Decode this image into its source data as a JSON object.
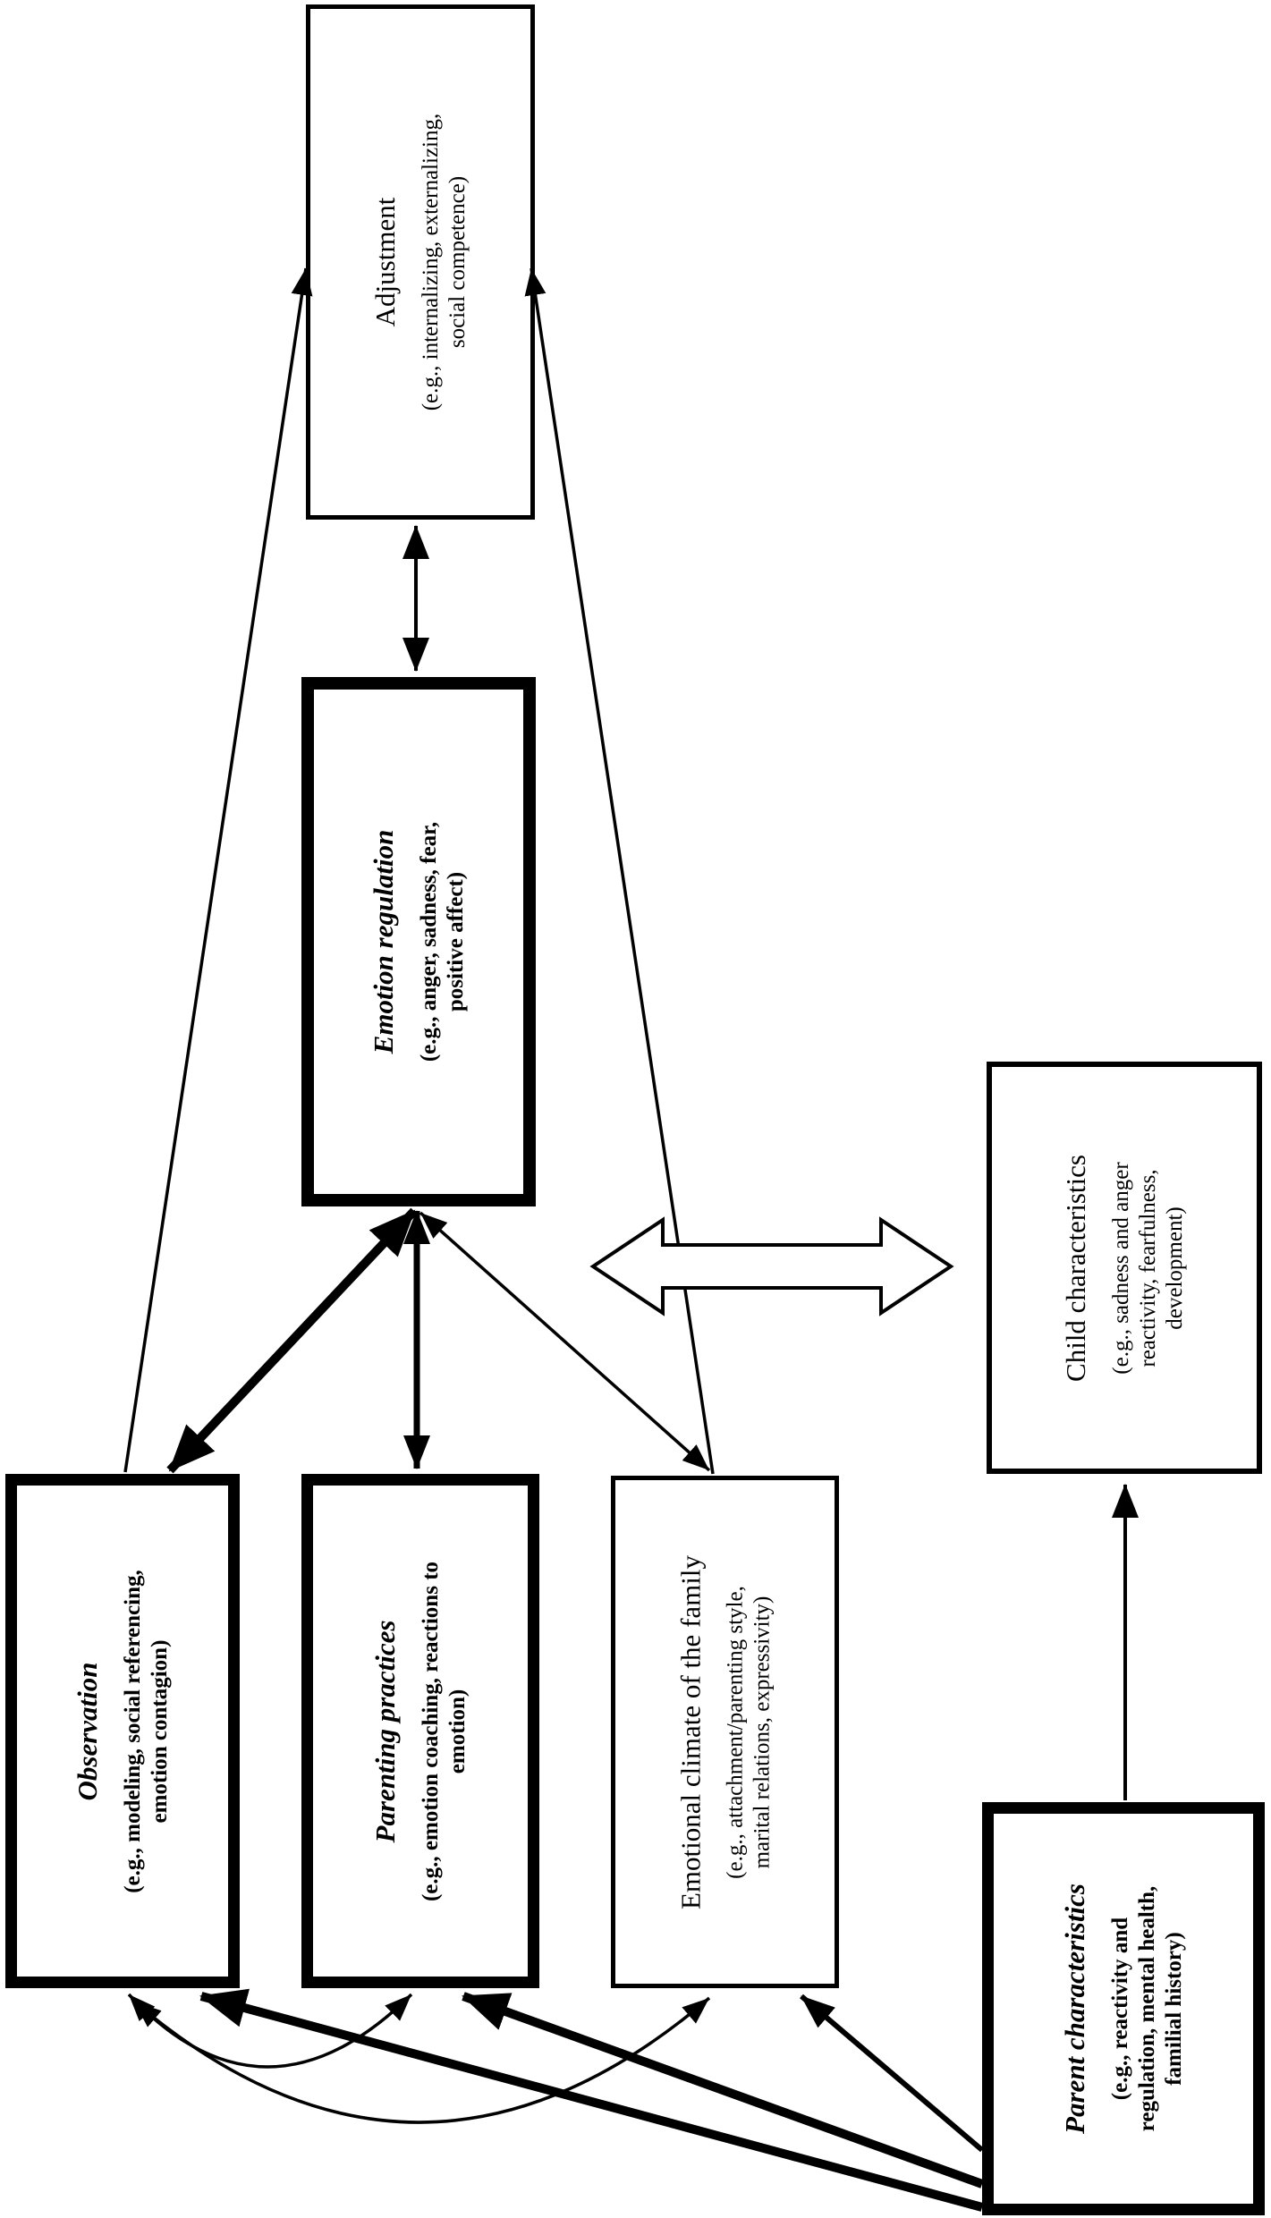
{
  "figure": {
    "background": "#ffffff",
    "ink": "#000000",
    "orientation": "rotated-90-ccw-text"
  },
  "boxes": {
    "adjustment": {
      "title": "Adjustment",
      "desc": "(e.g., internalizing, externalizing,\nsocial competence)",
      "emphasis": "regular"
    },
    "emotion_regulation": {
      "title": "Emotion regulation",
      "desc": "(e.g., anger, sadness, fear,\npositive affect)",
      "emphasis": "bold-italic"
    },
    "child_characteristics": {
      "title": "Child characteristics",
      "desc": "(e.g., sadness and anger\nreactivity, fearfulness,\ndevelopment)",
      "emphasis": "regular"
    },
    "observation": {
      "title": "Observation",
      "desc": "(e.g., modeling, social referencing,\nemotion contagion)",
      "emphasis": "bold-italic"
    },
    "parenting_practices": {
      "title": "Parenting practices",
      "desc": "(e.g., emotion coaching, reactions to\nemotion)",
      "emphasis": "bold-italic"
    },
    "emotional_climate": {
      "title": "Emotional climate of the family",
      "desc": "(e.g., attachment/parenting style,\nmarital relations, expressivity)",
      "emphasis": "regular"
    },
    "parent_characteristics": {
      "title": "Parent characteristics",
      "desc": "(e.g., reactivity and\nregulation, mental health,\nfamilial history)",
      "emphasis": "bold-italic"
    }
  },
  "arrows": [
    {
      "from": "adjustment",
      "to": "emotion_regulation",
      "style": "double-headed-line"
    },
    {
      "from": "observation",
      "to": "adjustment",
      "style": "single-headed-thin-line"
    },
    {
      "from": "emotional_climate",
      "to": "adjustment",
      "style": "single-headed-thin-line"
    },
    {
      "from": "emotion_regulation",
      "to": "observation",
      "style": "double-headed-thick-line"
    },
    {
      "from": "emotion_regulation",
      "to": "parenting_practices",
      "style": "double-headed-thick-line"
    },
    {
      "from": "emotion_regulation",
      "to": "emotional_climate",
      "style": "double-headed-thin-line"
    },
    {
      "from": "emotion_regulation",
      "to": "child_characteristics",
      "style": "open-outline-double-arrow"
    },
    {
      "from": "parent_characteristics",
      "to": "child_characteristics",
      "style": "single-headed-line"
    },
    {
      "from": "parent_characteristics",
      "to": "observation",
      "style": "single-headed-thick-line"
    },
    {
      "from": "parent_characteristics",
      "to": "parenting_practices",
      "style": "single-headed-thick-line"
    },
    {
      "from": "parent_characteristics",
      "to": "emotional_climate",
      "style": "single-headed-line"
    },
    {
      "from": "observation",
      "to": "parenting_practices",
      "style": "double-headed-curved-line"
    },
    {
      "from": "observation",
      "to": "emotional_climate",
      "style": "double-headed-curved-line"
    }
  ]
}
